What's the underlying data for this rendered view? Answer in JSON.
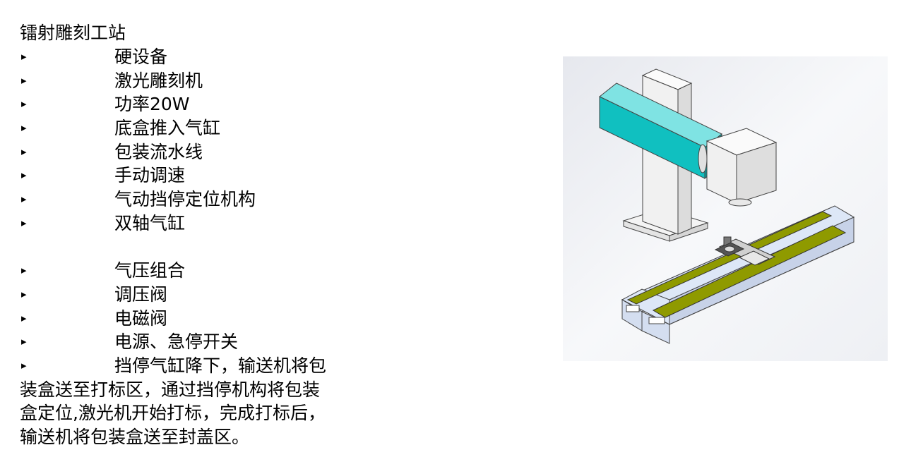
{
  "title": "镭射雕刻工站",
  "hardware_items": [
    {
      "bullet": "▸",
      "text": "硬设备"
    },
    {
      "bullet": "▸",
      "text": "激光雕刻机"
    },
    {
      "bullet": "▸",
      "text": "功率20W"
    },
    {
      "bullet": "▸",
      "text": "底盒推入气缸"
    },
    {
      "bullet": "▸",
      "text": "包装流水线"
    },
    {
      "bullet": "▸",
      "text": "手动调速"
    },
    {
      "bullet": "▸",
      "text": "气动挡停定位机构"
    },
    {
      "bullet": "▸",
      "text": "双轴气缸"
    }
  ],
  "air_items": [
    {
      "bullet": "▸",
      "text": "气压组合"
    },
    {
      "bullet": "▸",
      "text": "调压阀"
    },
    {
      "bullet": "▸",
      "text": "电磁阀"
    },
    {
      "bullet": "▸",
      "text": "电源、急停开关"
    }
  ],
  "process": {
    "bullet": "▸",
    "line1": "挡停气缸降下，输送机将包",
    "line2": "装盒送至打标区，通过挡停机构将包装",
    "line3": "盒定位,激光机开始打标，完成打标后，",
    "line4": "输送机将包装盒送至封盖区。"
  },
  "colors": {
    "laser_arm": "#10c0c0",
    "conveyor_belt": "#8f9a00",
    "conveyor_frame": "#dde7f7",
    "figure_bg": "#eef0f4"
  }
}
